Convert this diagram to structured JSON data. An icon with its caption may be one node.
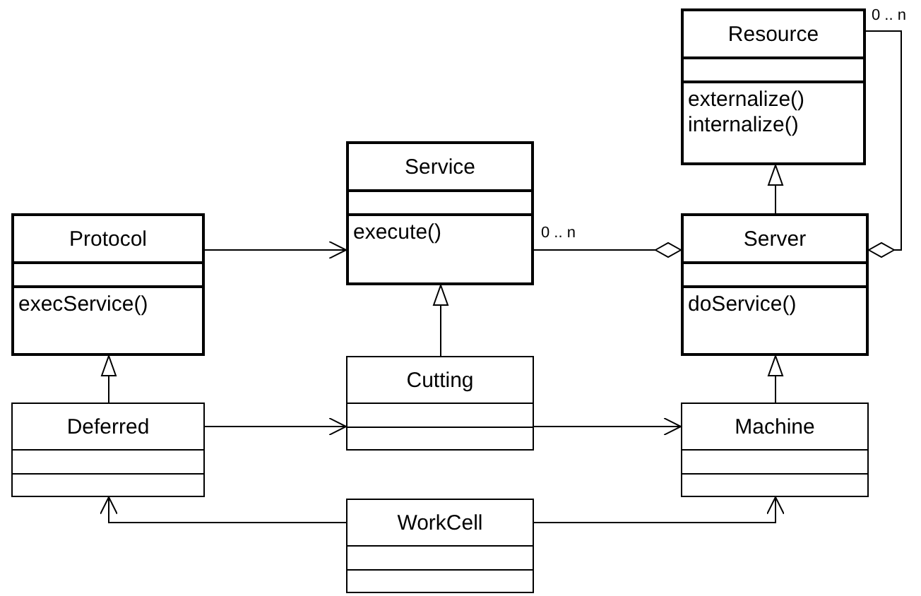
{
  "diagram": {
    "nodes": [
      {
        "text": [
          "Resource",
          "externalize()",
          "internalize()"
        ]
      },
      {
        "text": [
          "Service",
          "execute()"
        ]
      },
      {
        "text": [
          "Protocol",
          "execService()"
        ]
      },
      {
        "text": [
          "Server",
          "doService()"
        ]
      },
      {
        "text": [
          "Cutting"
        ]
      },
      {
        "text": [
          "Deferred"
        ]
      },
      {
        "text": [
          "Machine"
        ]
      },
      {
        "text": [
          "WorkCell"
        ]
      }
    ],
    "edges": [
      {
        "from": 2,
        "to": 1,
        "arrow": "to"
      },
      {
        "from": 1,
        "to": 3,
        "arrow": "other",
        "label": "0 .. n"
      },
      {
        "from": 0,
        "to": 3,
        "arrow": "other",
        "label": "0 .. n"
      },
      {
        "from": 3,
        "to": 0,
        "arrow": "to"
      },
      {
        "from": 4,
        "to": 1,
        "arrow": "to"
      },
      {
        "from": 5,
        "to": 2,
        "arrow": "to"
      },
      {
        "from": 6,
        "to": 3,
        "arrow": "to"
      },
      {
        "from": 5,
        "to": 4,
        "arrow": "to"
      },
      {
        "from": 4,
        "to": 6,
        "arrow": "to"
      },
      {
        "from": 7,
        "to": 5,
        "arrow": "to"
      },
      {
        "from": 7,
        "to": 6,
        "arrow": "to"
      }
    ]
  }
}
